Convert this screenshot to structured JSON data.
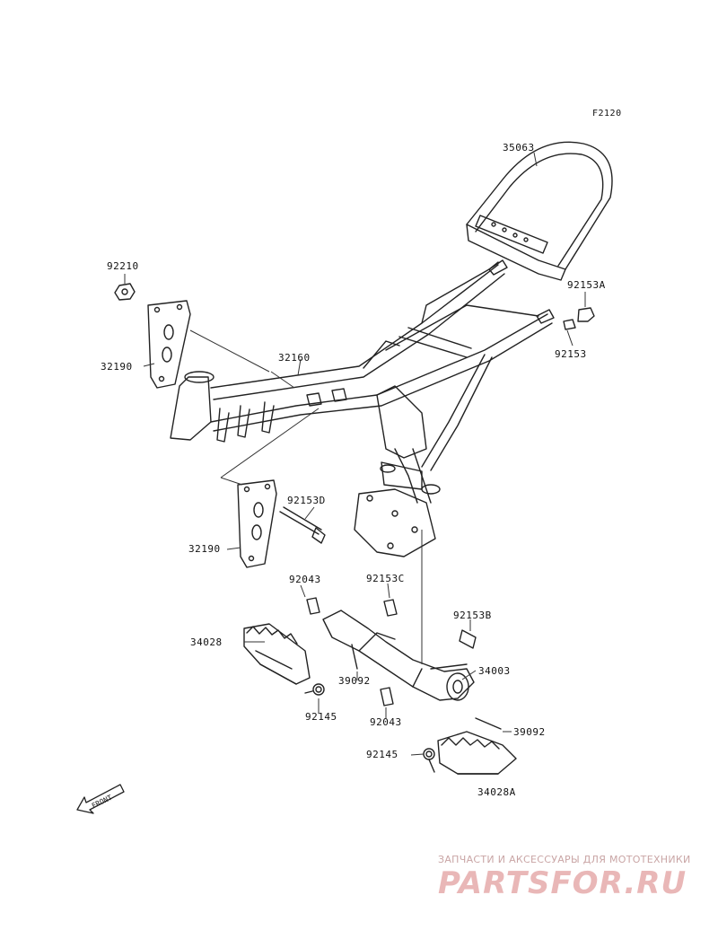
{
  "figure_code": "F2120",
  "parts": {
    "p35063": "35063",
    "p92210": "92210",
    "p92153A": "92153A",
    "p92153": "92153",
    "p32190_top": "32190",
    "p32160": "32160",
    "p92153D": "92153D",
    "p32190_bottom": "32190",
    "p92043_top": "92043",
    "p92153C": "92153C",
    "p92153B": "92153B",
    "p34028": "34028",
    "p39092_left": "39092",
    "p34003": "34003",
    "p92145_left": "92145",
    "p92043_bottom": "92043",
    "p39092_right": "39092",
    "p92145_right": "92145",
    "p34028A": "34028A"
  },
  "front_arrow_label": "FRONT",
  "watermark": {
    "tagline": "ЗАПЧАСТИ И АКСЕССУАРЫ ДЛЯ МОТОТЕХНИКИ",
    "logo": "PARTSFOR.RU"
  }
}
